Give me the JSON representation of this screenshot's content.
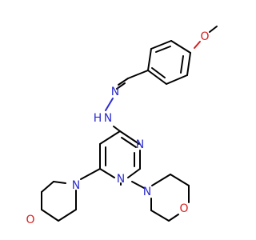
{
  "colors": {
    "background": "#ffffff",
    "bond": "#000000",
    "nitrogen": "#2c2ccf",
    "oxygen": "#d81e1e"
  },
  "atoms": {
    "o_methoxy": "O",
    "n_imine": "N",
    "n_hydrazine": "N",
    "h_hydrazine": "H",
    "n_ring_1": "N",
    "n_ring_3": "N",
    "n_morph_left": "N",
    "o_morph_left": "O",
    "n_morph_right": "N",
    "o_morph_right": "O"
  }
}
